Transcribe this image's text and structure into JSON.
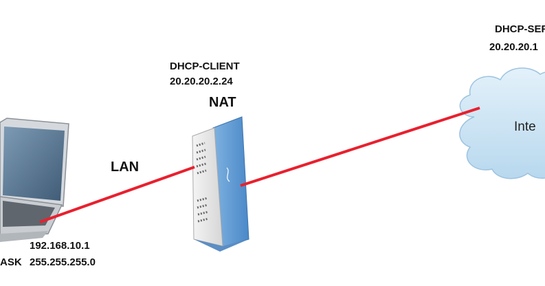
{
  "server": {
    "role": "DHCP-SER",
    "ip": "20.20.20.1"
  },
  "router": {
    "role": "DHCP-CLIENT",
    "ip": "20.20.20.2.24",
    "function": "NAT"
  },
  "lan": {
    "label": "LAN",
    "ip": "192.168.10.1",
    "mask_label": "ASK",
    "mask": "255.255.255.0"
  },
  "internet": {
    "label": "Inte"
  },
  "colors": {
    "link": "#e8202e",
    "router_blue": "#5b9bd5",
    "cloud": "#c8e2f2"
  }
}
